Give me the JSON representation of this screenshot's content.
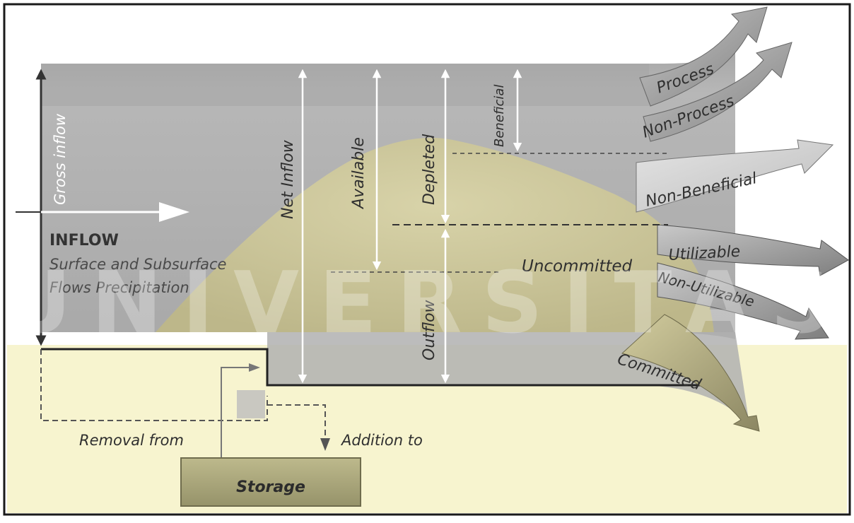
{
  "labels": {
    "gross_inflow": "Gross inflow",
    "net_inflow": "Net Inflow",
    "available": "Available",
    "depleted": "Depleted",
    "beneficial": "Beneficial",
    "outflow": "Outflow",
    "inflow_title": "INFLOW",
    "inflow_sub1": "Surface and Subsurface",
    "inflow_sub2": "Flows Precipitation",
    "uncommitted": "Uncommitted",
    "process": "Process",
    "non_process": "Non-Process",
    "non_beneficial": "Non-Beneficial",
    "utilizable": "Utilizable",
    "non_utilizable": "Non-Utilizable",
    "committed": "Committed",
    "removal_from": "Removal from",
    "addition_to": "Addition to",
    "storage": "Storage"
  },
  "watermark": {
    "text": "UNIVERSITAS"
  },
  "colors": {
    "gray_band": "#b3b3b3",
    "olive": "#c9c499",
    "pale_yellow": "#f7f4cf",
    "arrow_gray": "#8f8f8f",
    "storage_box": "#a9a67a"
  }
}
